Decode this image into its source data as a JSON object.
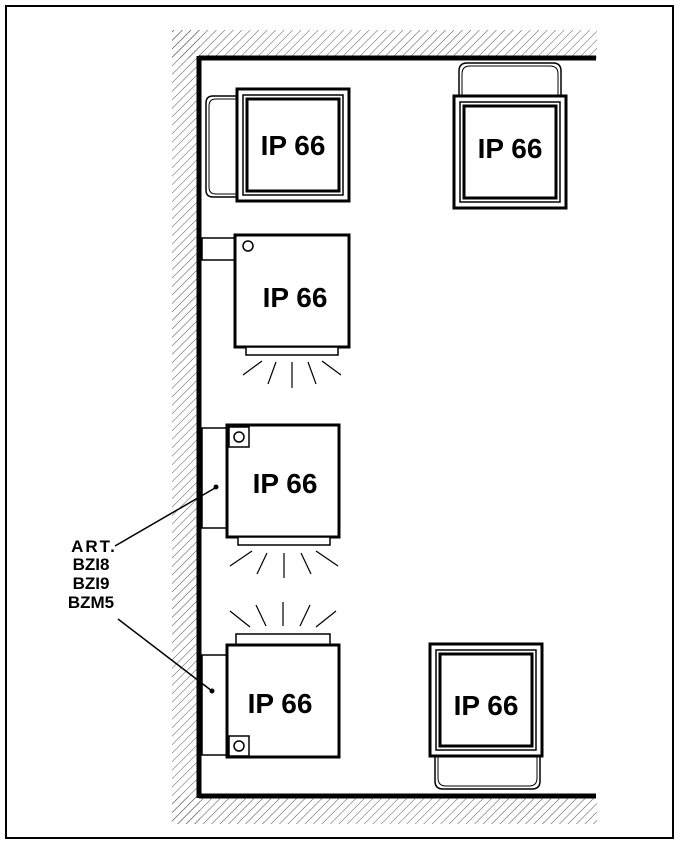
{
  "rating_label": "IP 66",
  "units": [
    {
      "id": "unit-1",
      "label": "IP 66",
      "orientation": "bracket-left, flush frame"
    },
    {
      "id": "unit-2",
      "label": "IP 66",
      "orientation": "bracket-top, flush frame"
    },
    {
      "id": "unit-3",
      "label": "IP 66",
      "orientation": "wall-mounted, light downward"
    },
    {
      "id": "unit-4",
      "label": "IP 66",
      "orientation": "wall-mounted, light downward"
    },
    {
      "id": "unit-5",
      "label": "IP 66",
      "orientation": "wall-mounted, light upward"
    },
    {
      "id": "unit-6",
      "label": "IP 66",
      "orientation": "bracket-bottom, flush frame"
    }
  ],
  "article_callout": {
    "lines": [
      "ART.",
      "BZI8",
      "BZI9",
      "BZM5"
    ]
  },
  "colors": {
    "line": "#000000",
    "background": "#ffffff",
    "hatch": "#555555"
  }
}
